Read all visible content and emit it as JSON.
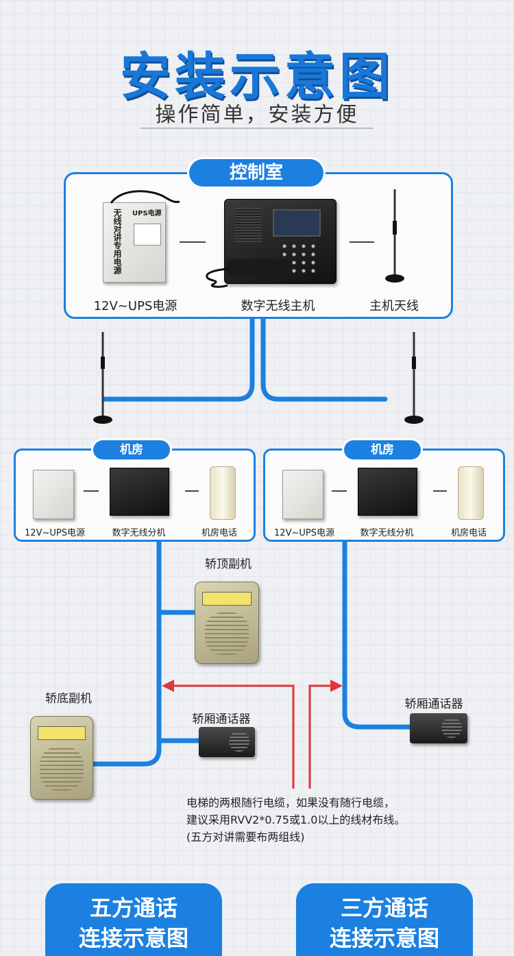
{
  "title": "安装示意图",
  "subtitle": "操作简单，安装方便",
  "control_room": {
    "label": "控制室",
    "devices": [
      "12V~UPS电源",
      "数字无线主机",
      "主机天线"
    ],
    "ups_label_top": "UPS电源",
    "ups_label_vertical": "无线对讲专用电源"
  },
  "machine_rooms": [
    {
      "label": "机房",
      "devices": [
        "12V~UPS电源",
        "数字无线分机",
        "机房电话"
      ]
    },
    {
      "label": "机房",
      "devices": [
        "12V~UPS电源",
        "数字无线分机",
        "机房电话"
      ]
    }
  ],
  "car_devices": {
    "car_top": "轿顶副机",
    "car_bottom": "轿底副机",
    "cabin_left": "轿厢通话器",
    "cabin_right": "轿厢通话器"
  },
  "note_lines": [
    "电梯的两根随行电缆，如果没有随行电缆，",
    "建议采用RVV2*0.75或1.0以上的线材布线。",
    "(五方对讲需要布两组线)"
  ],
  "buttons": [
    {
      "line1": "五方通话",
      "line2": "连接示意图"
    },
    {
      "line1": "三方通话",
      "line2": "连接示意图"
    }
  ],
  "colors": {
    "accent": "#1b80e0",
    "cable": "#1b80e0",
    "arrow": "#e0353d"
  }
}
